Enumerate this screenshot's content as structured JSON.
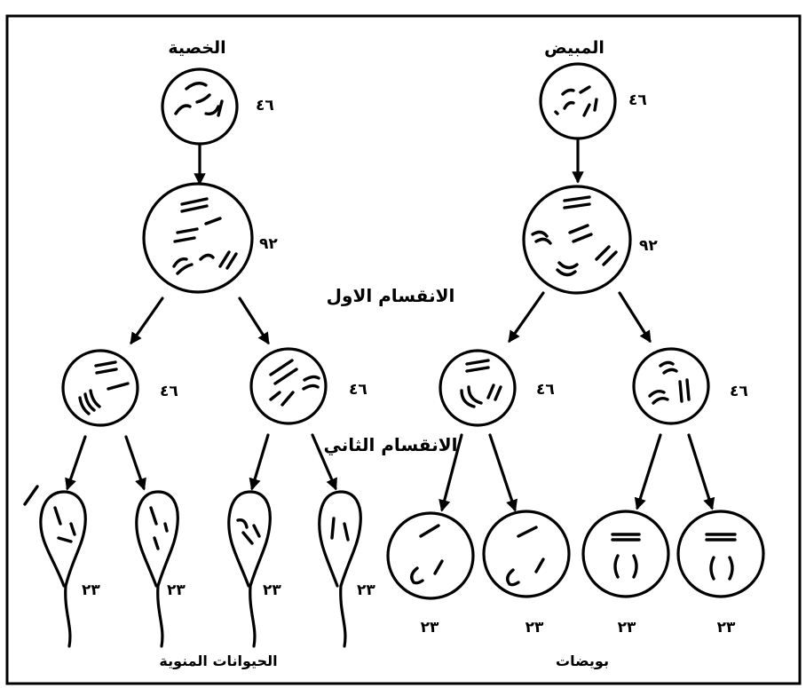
{
  "headings": {
    "left": "الخصية",
    "right": "المبيض"
  },
  "stage_labels": {
    "first_division": "الانقسام الاول",
    "second_division": "الانقسام الثاني"
  },
  "footers": {
    "left": "الحيوانات المنوية",
    "right": "بويضات"
  },
  "counts": {
    "testis_start": "٤٦",
    "testis_doubled": "٩٢",
    "testis_mid_a": "٤٦",
    "testis_mid_b": "٤٦",
    "sperm": [
      "٢٣",
      "٢٣",
      "٢٣",
      "٢٣"
    ],
    "ovary_start": "٤٦",
    "ovary_doubled": "٩٢",
    "ovary_mid_a": "٤٦",
    "ovary_mid_b": "٤٦",
    "eggs": [
      "٢٣",
      "٢٣",
      "٢٣",
      "٢٣"
    ]
  }
}
